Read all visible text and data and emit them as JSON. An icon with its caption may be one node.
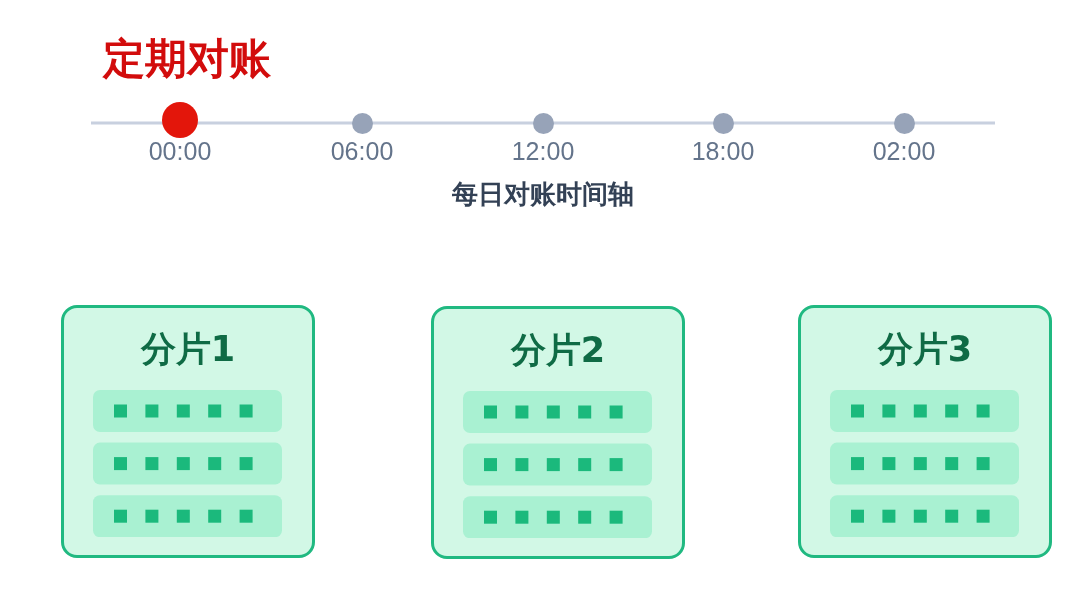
{
  "diagram": {
    "title": "定期对账",
    "nodes": [
      {
        "text": [
          "分片1"
        ]
      },
      {
        "text": [
          "分片2"
        ]
      },
      {
        "text": [
          "分片3"
        ]
      }
    ],
    "labels": [
      "00:00",
      "06:00",
      "12:00",
      "18:00",
      "02:00",
      "每日对账时间轴"
    ]
  }
}
